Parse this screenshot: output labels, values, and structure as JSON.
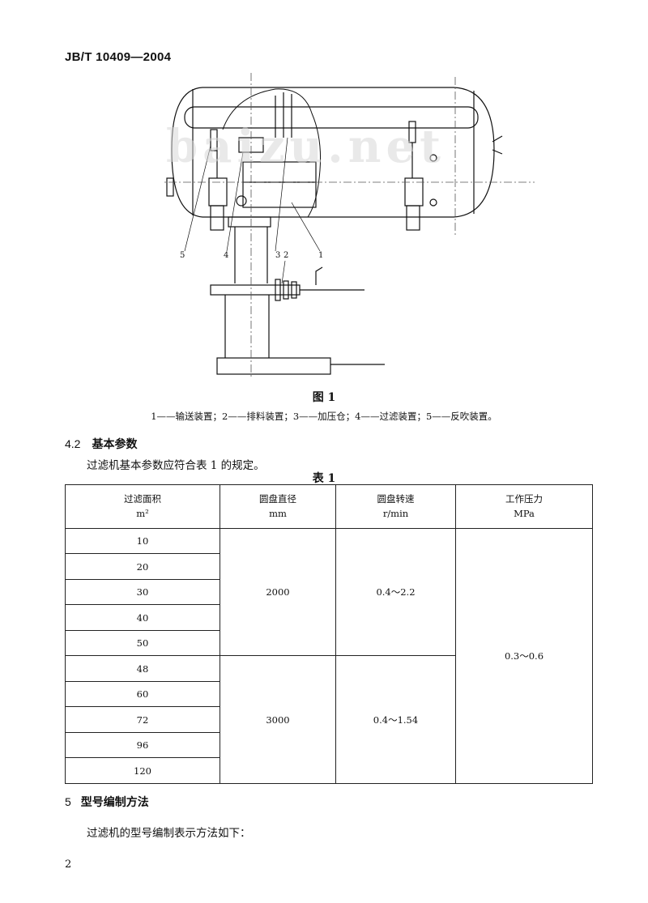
{
  "header": {
    "standard_code": "JB/T 10409—2004"
  },
  "figure": {
    "callouts": [
      "5",
      "4",
      "3",
      "2",
      "1"
    ],
    "title": "图  1",
    "legend": "1——输送装置；2——排料装置；3——加压仓；4——过滤装置；5——反吹装置。",
    "watermark": "baizu.net"
  },
  "section_4_2": {
    "number": "4.2",
    "heading": "基本参数",
    "paragraph": "过滤机基本参数应符合表 1 的规定。"
  },
  "table1": {
    "title": "表  1",
    "headers": [
      {
        "name": "过滤面积",
        "unit": "m²"
      },
      {
        "name": "圆盘直径",
        "unit": "mm"
      },
      {
        "name": "圆盘转速",
        "unit": "r/min"
      },
      {
        "name": "工作压力",
        "unit": "MPa"
      }
    ],
    "areas": [
      "10",
      "20",
      "30",
      "40",
      "50",
      "48",
      "60",
      "72",
      "96",
      "120"
    ],
    "diameters": [
      "2000",
      "3000"
    ],
    "speeds": [
      "0.4～2.2",
      "0.4～1.54"
    ],
    "pressure": "0.3～0.6"
  },
  "section_5": {
    "number": "5",
    "heading": "型号编制方法",
    "paragraph": "过滤机的型号编制表示方法如下："
  },
  "page_number": "2"
}
